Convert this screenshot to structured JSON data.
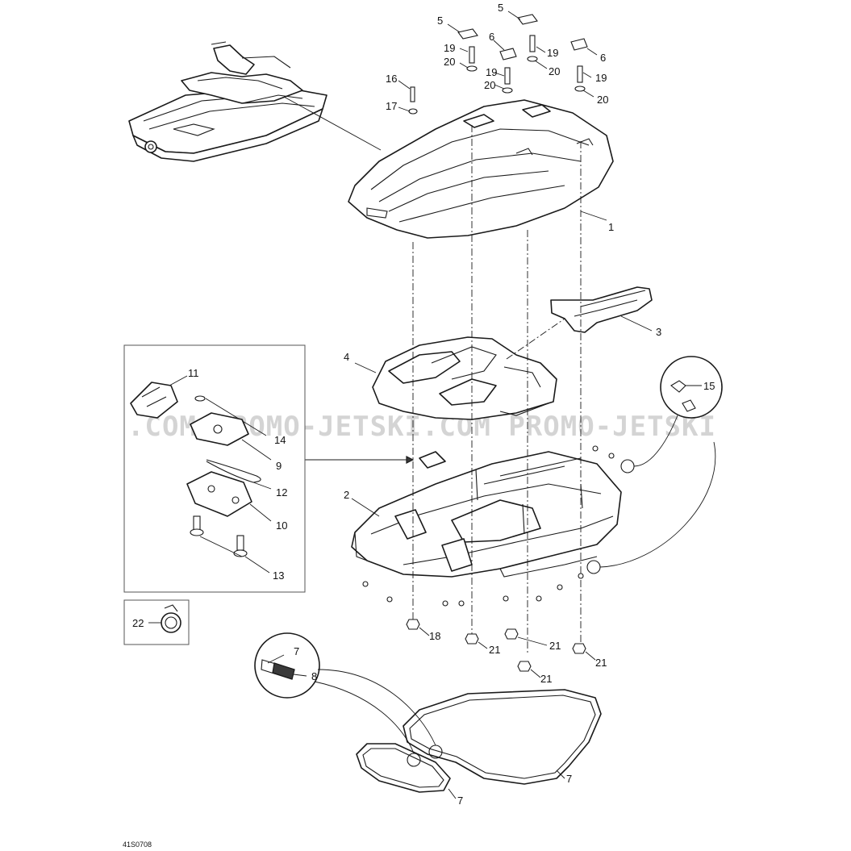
{
  "figure_code": "41S0708",
  "watermark": ".COM  PROMO-JETSKI.COM  PROMO-JETSKI",
  "callouts": {
    "c1": "1",
    "c2": "2",
    "c3": "3",
    "c4": "4",
    "c5a": "5",
    "c5b": "5",
    "c6a": "6",
    "c6b": "6",
    "c7a": "7",
    "c7b": "7",
    "c7c": "7",
    "c8": "8",
    "c9": "9",
    "c10": "10",
    "c11": "11",
    "c12": "12",
    "c13": "13",
    "c14": "14",
    "c15": "15",
    "c16": "16",
    "c17": "17",
    "c18": "18",
    "c19a": "19",
    "c19b": "19",
    "c19c": "19",
    "c19d": "19",
    "c20a": "20",
    "c20b": "20",
    "c20c": "20",
    "c20d": "20",
    "c21a": "21",
    "c21b": "21",
    "c21c": "21",
    "c21d": "21",
    "c22": "22"
  }
}
